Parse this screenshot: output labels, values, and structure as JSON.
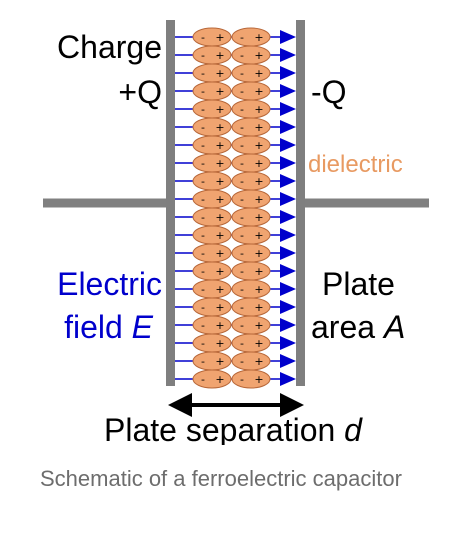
{
  "colors": {
    "plate": "#7f7f7f",
    "wire": "#808080",
    "dipole_fill": "#f0a470",
    "dipole_stroke": "#b8683a",
    "field": "#0000cc",
    "dielectric_label": "#e89a62",
    "text": "#000000",
    "caption": "#6d6d6d"
  },
  "labels": {
    "charge": "Charge",
    "plus_q": "+Q",
    "minus_q": "-Q",
    "dielectric": "dielectric",
    "electric": "Electric",
    "field": "field",
    "field_symbol": "E",
    "plate": "Plate",
    "area": "area",
    "area_symbol": "A",
    "separation": "Plate separation",
    "separation_symbol": "d"
  },
  "dipole": {
    "minus": "-",
    "plus": "+"
  },
  "caption": "Schematic of a ferroelectric capacitor"
}
